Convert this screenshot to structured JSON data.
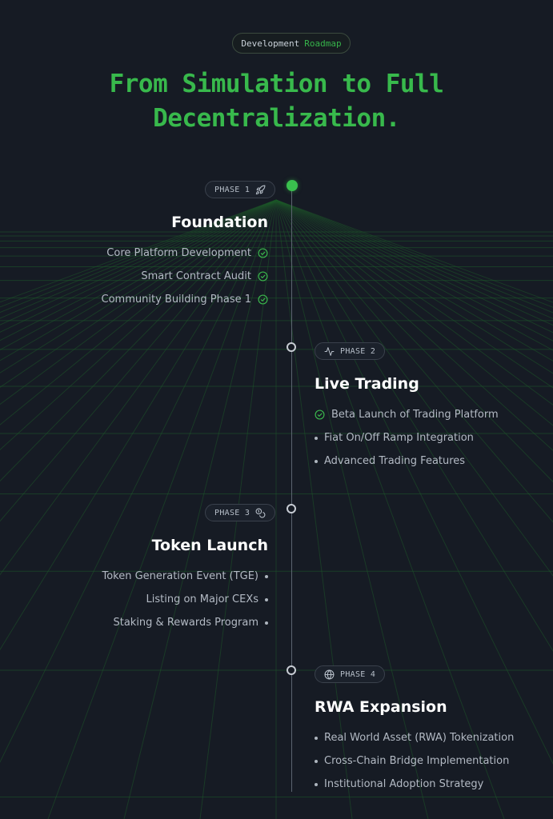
{
  "badge": {
    "prefix": "Development",
    "accent": "Roadmap"
  },
  "headline": {
    "line1": "From Simulation to Full",
    "line2": "Decentralization."
  },
  "colors": {
    "accent": "#38b94c",
    "background": "#161b24",
    "grid": "#1f5a2a"
  },
  "phases": [
    {
      "label": "PHASE 1",
      "icon": "rocket-icon",
      "title": "Foundation",
      "items": [
        {
          "text": "Core Platform Development",
          "status": "done"
        },
        {
          "text": "Smart Contract Audit",
          "status": "done"
        },
        {
          "text": "Community Building Phase 1",
          "status": "done"
        }
      ]
    },
    {
      "label": "PHASE 2",
      "icon": "activity-icon",
      "title": "Live Trading",
      "items": [
        {
          "text": "Beta Launch of Trading Platform",
          "status": "done"
        },
        {
          "text": "Fiat On/Off Ramp Integration",
          "status": "pending"
        },
        {
          "text": "Advanced Trading Features",
          "status": "pending"
        }
      ]
    },
    {
      "label": "PHASE 3",
      "icon": "coins-icon",
      "title": "Token Launch",
      "items": [
        {
          "text": "Token Generation Event (TGE)",
          "status": "pending"
        },
        {
          "text": "Listing on Major CEXs",
          "status": "pending"
        },
        {
          "text": "Staking & Rewards Program",
          "status": "pending"
        }
      ]
    },
    {
      "label": "PHASE 4",
      "icon": "globe-icon",
      "title": "RWA Expansion",
      "items": [
        {
          "text": "Real World Asset (RWA) Tokenization",
          "status": "pending"
        },
        {
          "text": "Cross-Chain Bridge Implementation",
          "status": "pending"
        },
        {
          "text": "Institutional Adoption Strategy",
          "status": "pending"
        }
      ]
    }
  ]
}
